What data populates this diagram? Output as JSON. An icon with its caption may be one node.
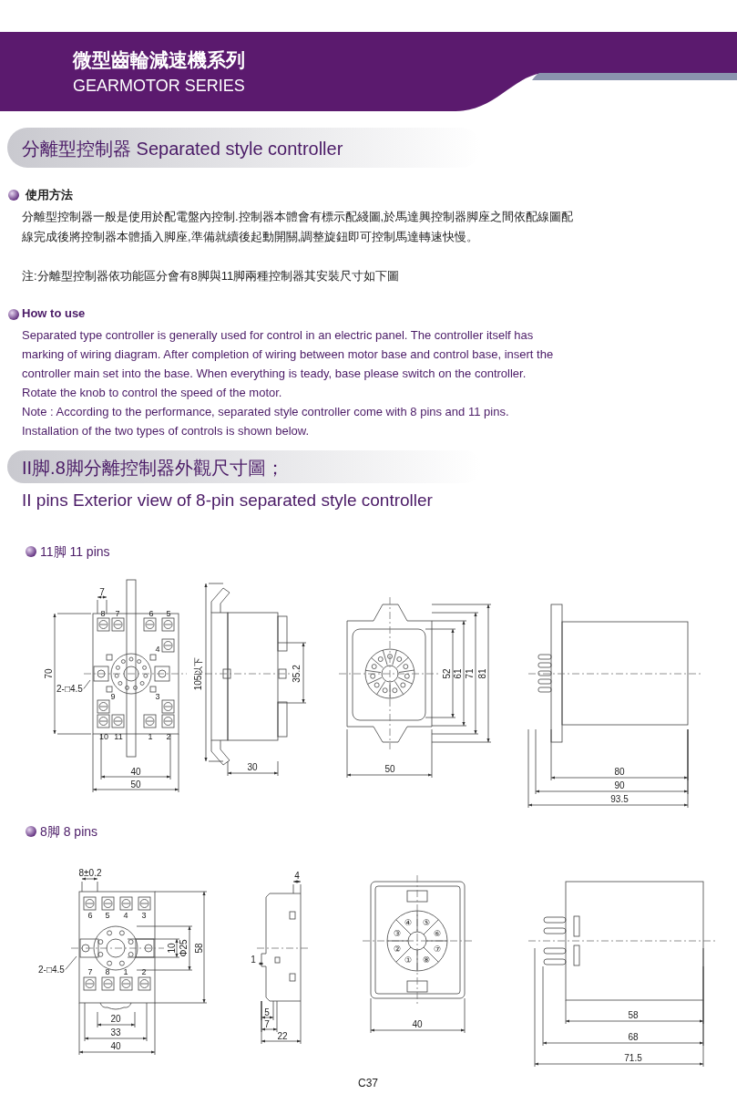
{
  "diagram": {
    "nodes": [
      {
        "text": [
          "2-□4.5"
        ]
      },
      {
        "text": [
          "2-□4.5"
        ]
      }
    ],
    "edges": [
      {
        "from": 0,
        "to": null,
        "arrow": "none"
      },
      {
        "from": 1,
        "to": null,
        "arrow": "none"
      }
    ],
    "labels": [
      "微型齒輪減速機系列",
      "GEARMOTOR SERIES",
      "分離型控制器 Separated style controller",
      "使用方法",
      "分離型控制器一般是使用於配電盤內控制.控制器本體會有標示配綫圖,於馬達興控制器脚座之間依配線圖配線完成後將控制器本體插入脚座,準備就續後起動開關,調整旋鈕即可控制馬達轉速快慢。",
      "注:分離型控制器依功能區分會有8脚與11脚兩種控制器其安裝尺寸如下圖",
      "How to use",
      "Separated type controller is generally used for control in an electric panel. The controller itself has marking of wiring diagram. After completion of wiring between motor base and control base, insert the controller main set into the base. When everything is teady, base please switch on the controller. Rotate the knob to control the speed of the motor.",
      "Note : According to the performance, separated style controller come with 8 pins and 11 pins. Installation of the two types of controls is shown below.",
      "II脚.8脚分離控制器外觀尺寸圖；",
      "II pins Exterior view of 8-pin separated style controller",
      "11脚 11 pins",
      "7",
      "70",
      "40",
      "50",
      "105以下",
      "35.2",
      "30",
      "52",
      "61",
      "71",
      "81",
      "50",
      "80",
      "90",
      "93.5",
      "8",
      "7",
      "6",
      "5",
      "4",
      "9",
      "3",
      "10",
      "11",
      "1",
      "2",
      "8脚 8 pins",
      "8±0.2",
      "10",
      "Φ25",
      "58",
      "20",
      "33",
      "40",
      "4",
      "1",
      "5",
      "7",
      "22",
      "40",
      "58",
      "68",
      "71.5",
      "6",
      "5",
      "4",
      "3",
      "7",
      "8",
      "1",
      "2",
      "④",
      "⑤",
      "③",
      "⑥",
      "②",
      "⑦",
      "①",
      "⑧",
      "C37"
    ]
  }
}
